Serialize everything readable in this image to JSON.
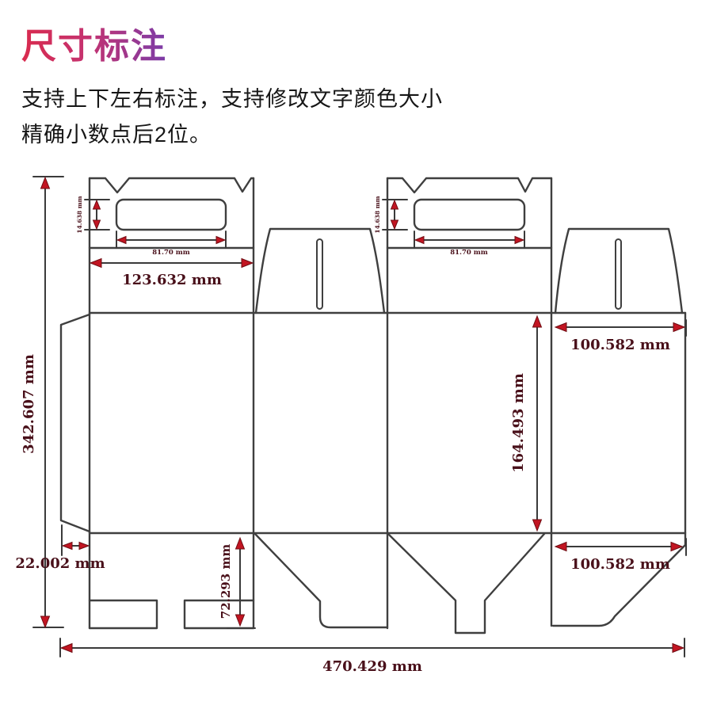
{
  "header": {
    "title": "尺寸标注",
    "subtitle_line1": "支持上下左右标注，支持修改文字颜色大小",
    "subtitle_line2": "精确小数点后2位。"
  },
  "colors": {
    "title_gradient_start": "#d92b4e",
    "title_gradient_end": "#7b3ca8",
    "dieline": "#3f3f3f",
    "dimension_text": "#49101a",
    "arrowhead": "#c21522"
  },
  "annotations": {
    "overall_height": "342.607 mm",
    "overall_width": "470.429 mm",
    "front_top_width": "123.632 mm",
    "glue_flap_width": "22.002 mm",
    "bottom_flap_height": "72.293 mm",
    "back_panel_height": "164.493 mm",
    "side_top_width": "100.582 mm",
    "side_bottom_width": "100.582 mm",
    "window_width": "81.70 mm",
    "window_height": "14.638 mm"
  }
}
